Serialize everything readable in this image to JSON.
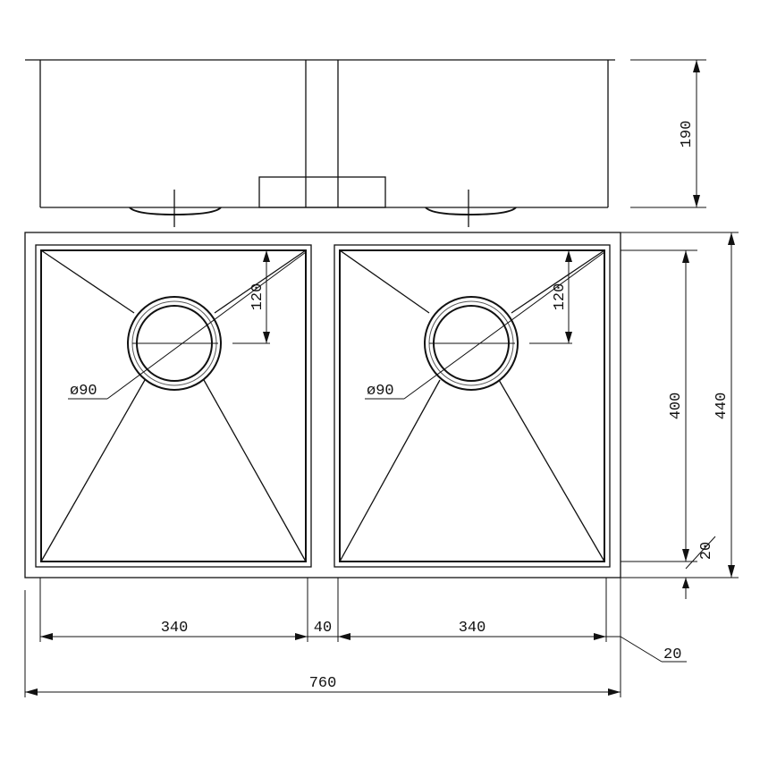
{
  "drawing": {
    "dimensions": {
      "side_height": "190",
      "bowl_width_left": "340",
      "divider_width": "40",
      "bowl_width_right": "340",
      "edge_margin_right": "20",
      "overall_width": "760",
      "bowl_depth": "400",
      "overall_depth": "440",
      "edge_margin_bottom": "20",
      "drain_offset_left": "120",
      "drain_offset_right": "120",
      "drain_diameter_left": "ø90",
      "drain_diameter_right": "ø90"
    }
  }
}
